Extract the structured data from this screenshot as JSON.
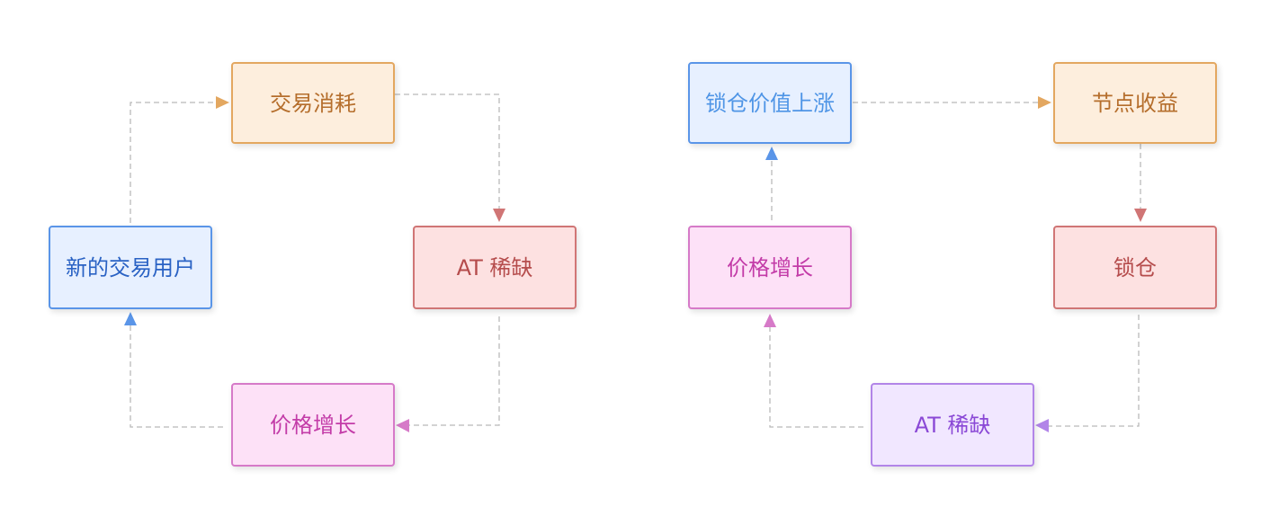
{
  "colors": {
    "orange": "#e3a760",
    "blue": "#5a95e8",
    "red": "#d07575",
    "pink": "#d67ac8",
    "purple": "#b285e8",
    "edge": "#b9b9b9"
  },
  "left_cycle": {
    "nodes": {
      "consume": "交易消耗",
      "scarce": "AT 稀缺",
      "price": "价格增长",
      "new_users": "新的交易用户"
    }
  },
  "right_cycle": {
    "nodes": {
      "lockup_value": "锁仓价值上涨",
      "node_income": "节点收益",
      "lock": "锁仓",
      "scarce": "AT 稀缺",
      "price": "价格增长"
    }
  }
}
